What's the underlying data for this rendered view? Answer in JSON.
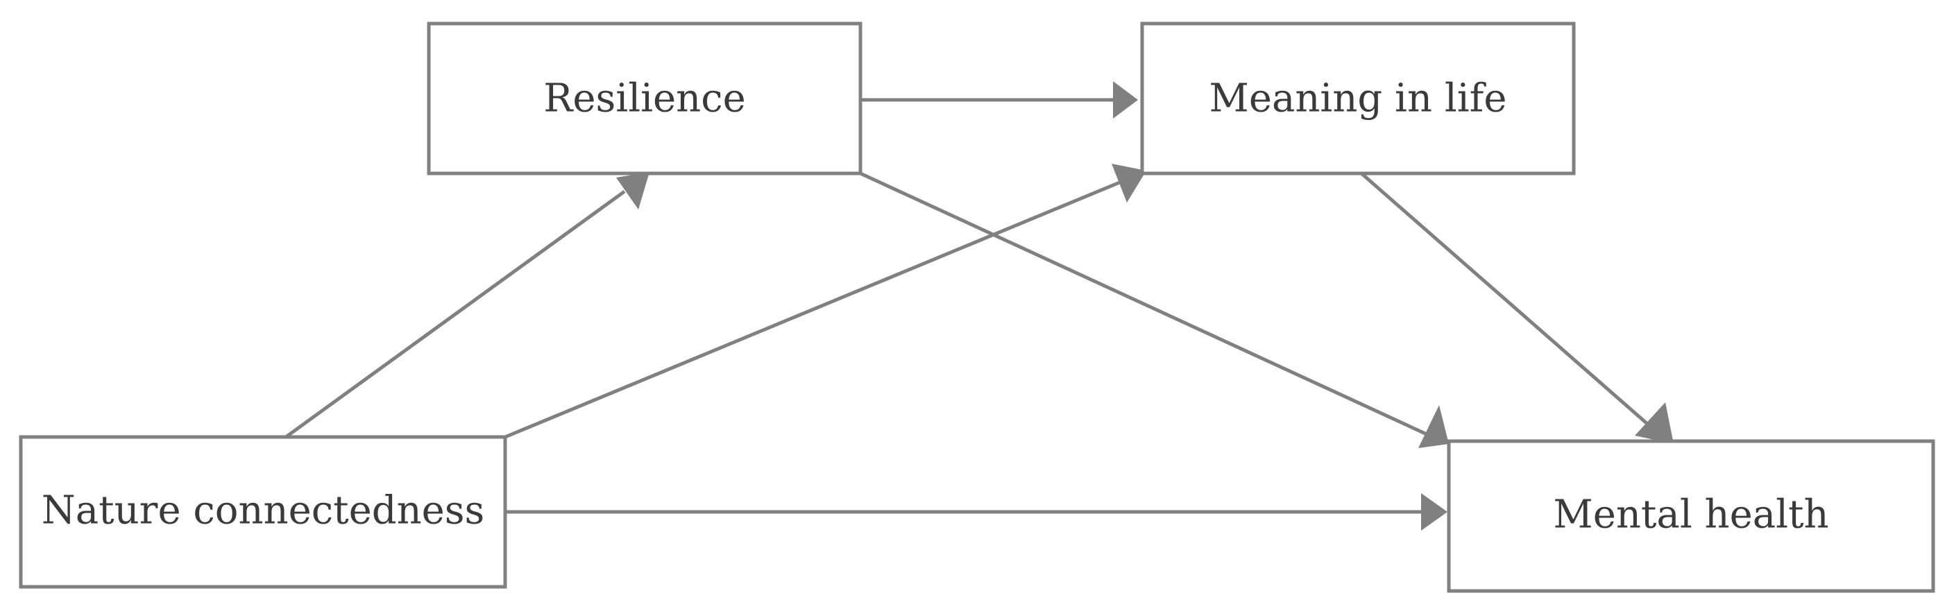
{
  "diagram": {
    "nodes": {
      "resilience": {
        "label": "Resilience"
      },
      "meaning": {
        "label": "Meaning in life"
      },
      "nature": {
        "label": "Nature connectedness"
      },
      "mental": {
        "label": "Mental health"
      }
    },
    "edges": [
      {
        "from": "resilience",
        "to": "meaning"
      },
      {
        "from": "nature",
        "to": "resilience"
      },
      {
        "from": "nature",
        "to": "meaning"
      },
      {
        "from": "resilience",
        "to": "mental"
      },
      {
        "from": "meaning",
        "to": "mental"
      },
      {
        "from": "nature",
        "to": "mental"
      }
    ],
    "colors": {
      "stroke": "#808080",
      "text": "#3a3a3a"
    }
  }
}
